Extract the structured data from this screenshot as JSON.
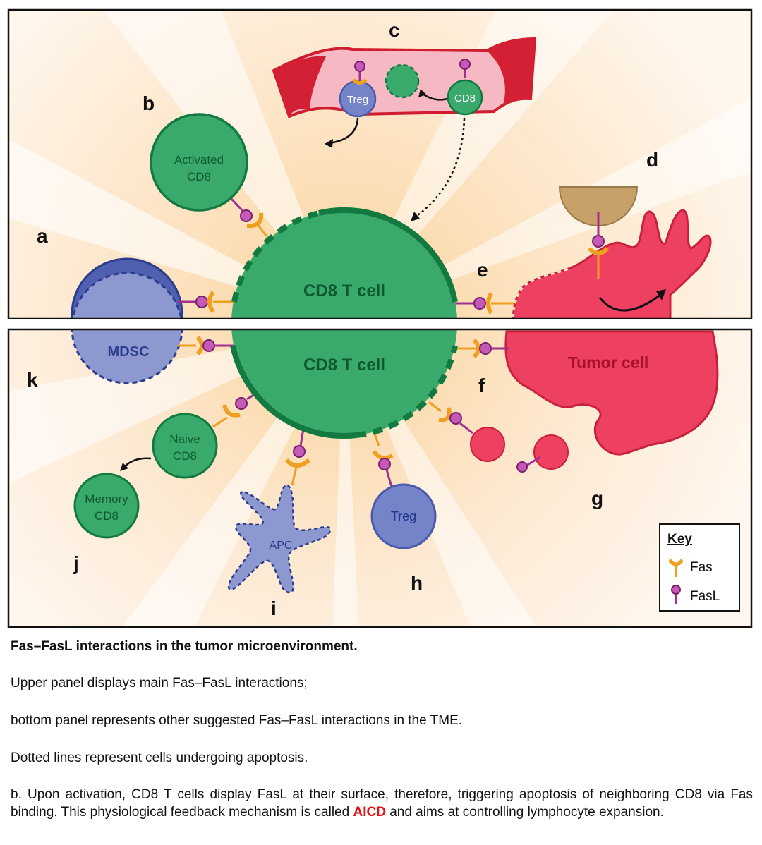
{
  "panel_labels": [
    "a",
    "b",
    "c",
    "d",
    "e",
    "f",
    "g",
    "h",
    "i",
    "j",
    "k"
  ],
  "cells": {
    "cd8_main": "CD8 T cell",
    "mdsc": "MDSC",
    "tumor": "Tumor cell",
    "activated_cd8_line1": "Activated",
    "activated_cd8_line2": "CD8",
    "treg": "Treg",
    "cd8": "CD8",
    "naive_line1": "Naive",
    "naive_line2": "CD8",
    "memory_line1": "Memory",
    "memory_line2": "CD8",
    "apc": "APC"
  },
  "key": {
    "title": "Key",
    "fas": "Fas",
    "fasl": "FasL"
  },
  "colors": {
    "cd8_green": "#2a9f63",
    "cd8_dark": "#127a40",
    "mdsc_blue": "#5060b0",
    "tumor_red": "#ee4060",
    "fas_orange": "#f0a020",
    "fasl_purple": "#a03090",
    "vessel_red": "#d42034",
    "apc_blue": "#8d98d0"
  },
  "caption": {
    "title": "Fas–FasL interactions in the tumor microenvironment.",
    "line1": "Upper panel displays main Fas–FasL interactions;",
    "line2": "bottom panel represents other suggested Fas–FasL interactions in the TME.",
    "line3": "Dotted lines represent cells undergoing apoptosis.",
    "b_before": "b. Upon activation, CD8 T cells display FasL at their surface, therefore, triggering apoptosis of neighboring CD8 via Fas binding. This physiological feedback mechanism is called ",
    "b_highlight": "AICD",
    "b_after": " and aims at controlling lymphocyte expansion."
  }
}
